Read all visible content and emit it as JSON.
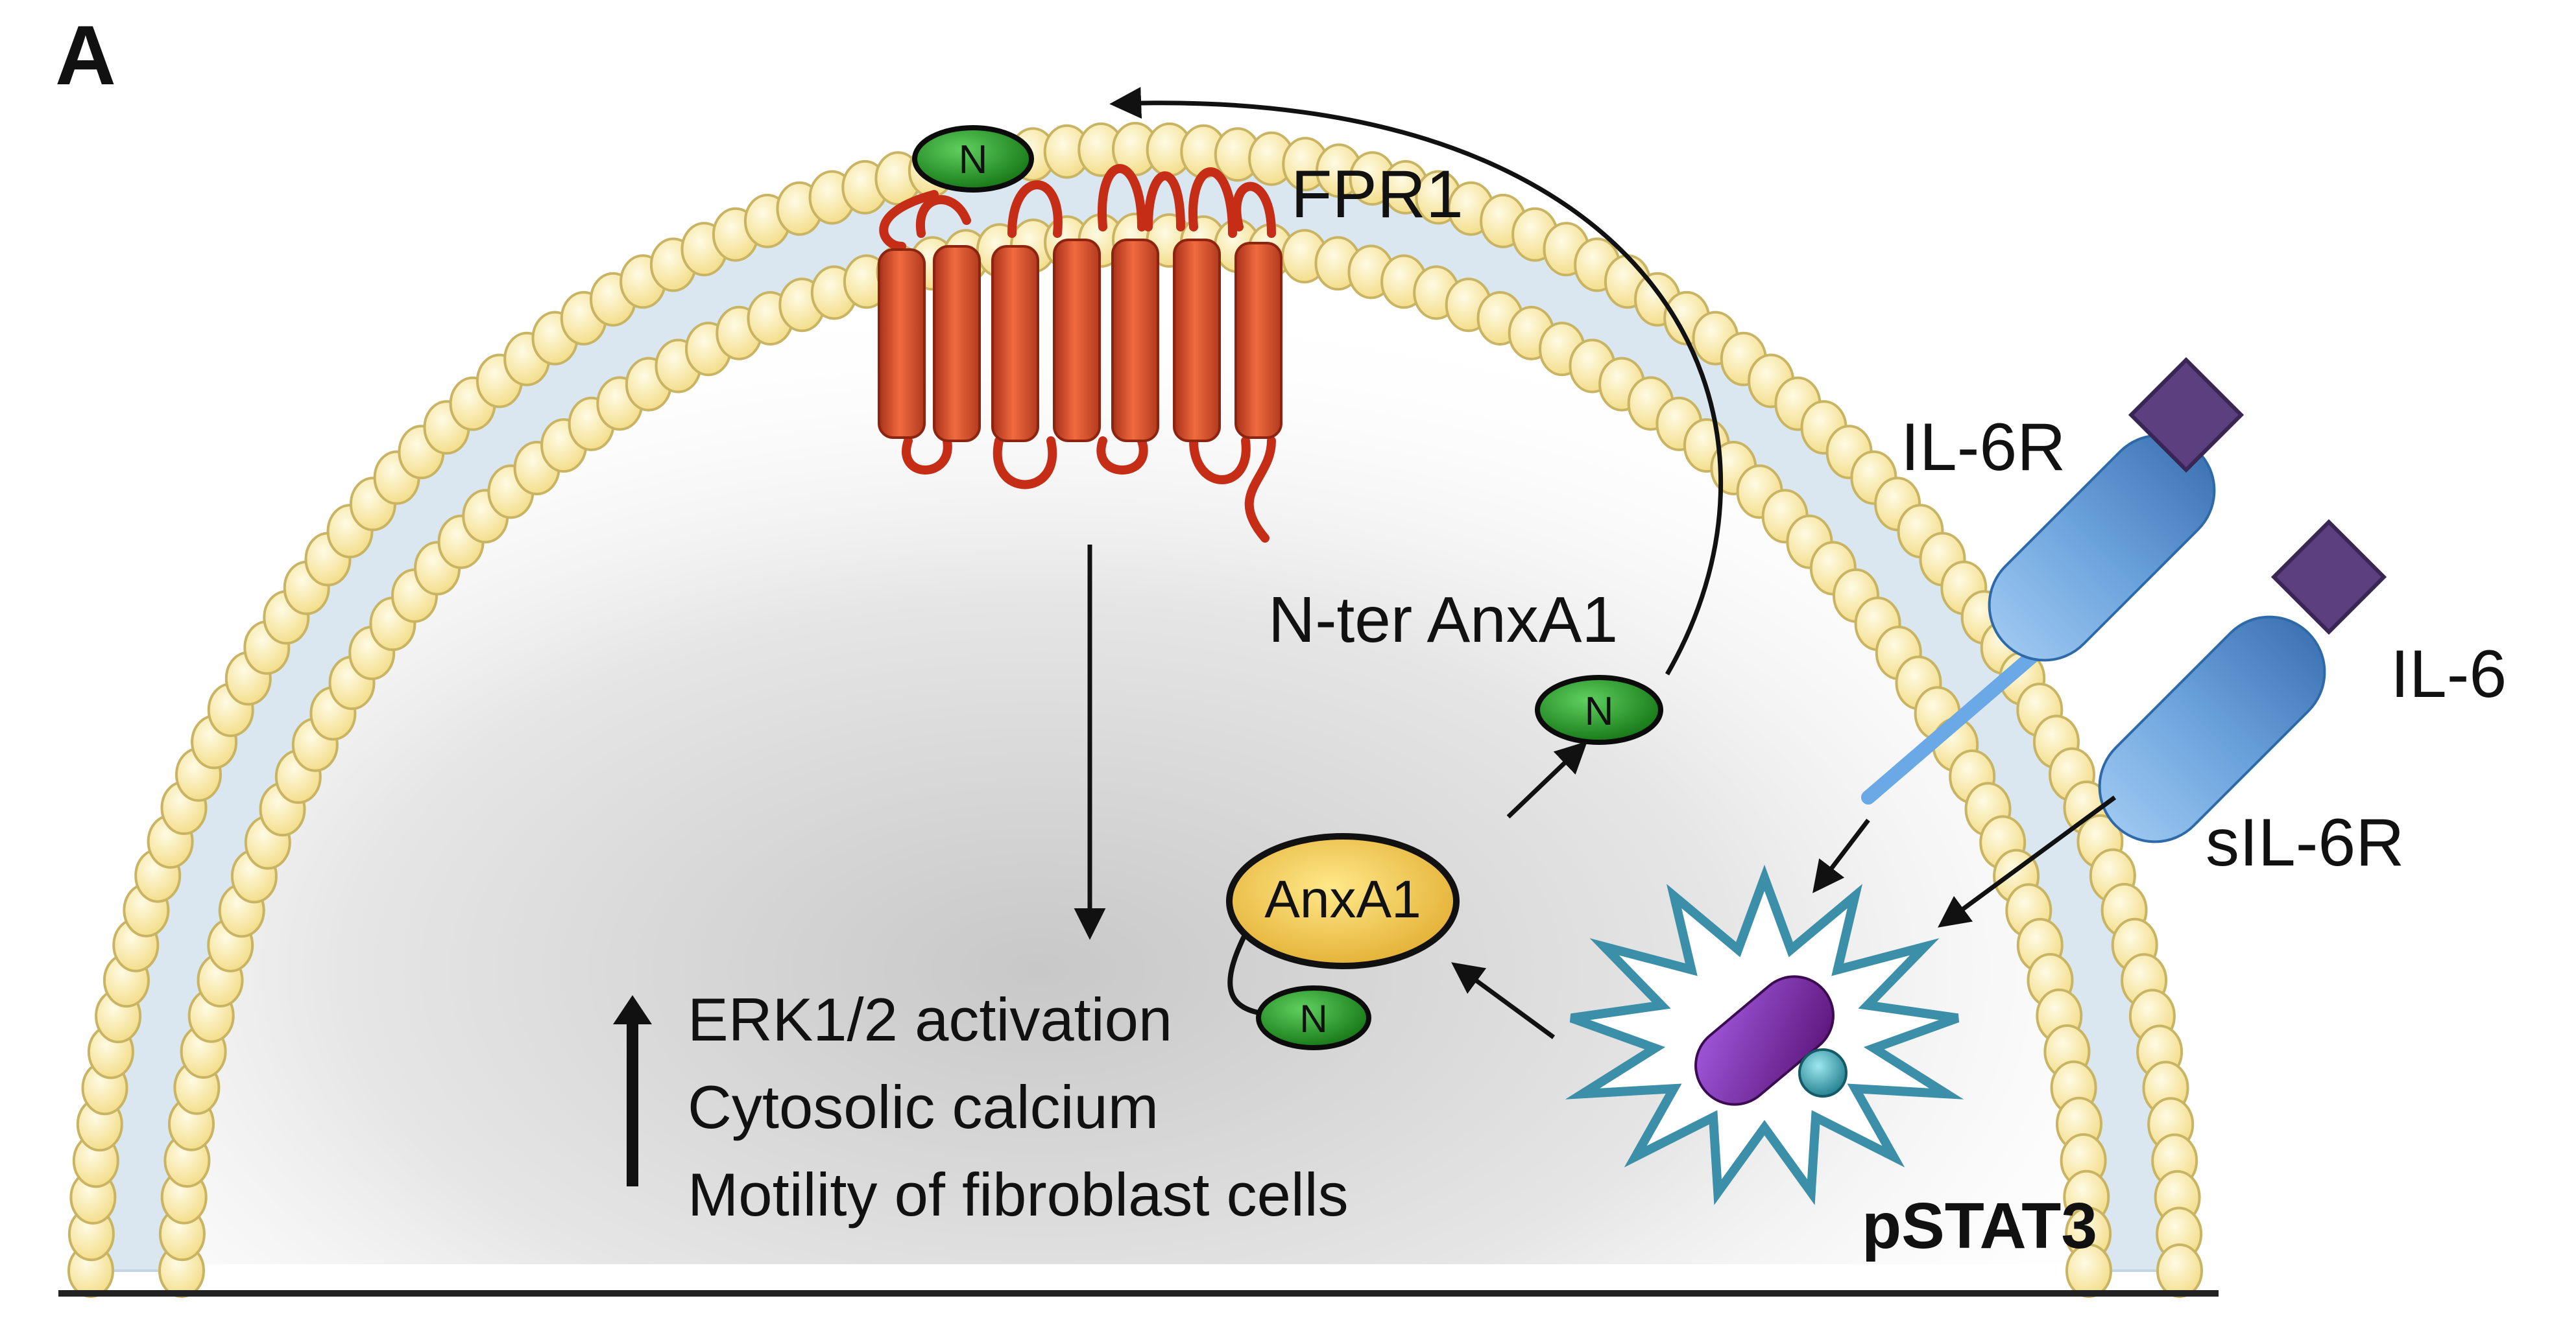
{
  "panel_label": "A",
  "labels": {
    "fpr1": "FPR1",
    "il6r": "IL-6R",
    "il6": "IL-6",
    "sil6r": "sIL-6R",
    "nter_anxa1": "N-ter AnxA1",
    "anxa1": "AnxA1",
    "n_badge": "N",
    "pstat3": "pSTAT3"
  },
  "effects": [
    "ERK1/2 activation",
    "Cytosolic calcium",
    "Motility of fibroblast cells"
  ],
  "colors": {
    "membrane_bead": "#fbeaa6",
    "membrane_bead_stroke": "#c8b463",
    "membrane_band": "#c9dbe8",
    "receptor_red": "#e0502a",
    "n_green": "#1e8a1e",
    "anxa1_yellow": "#f1c84a",
    "receptor_blue": "#6fa6dc",
    "il6_purple": "#5b3f7e",
    "stat_purple": "#7a1e9a",
    "stat_teal": "#2a8a9a",
    "star_outline": "#3b8fa8"
  }
}
